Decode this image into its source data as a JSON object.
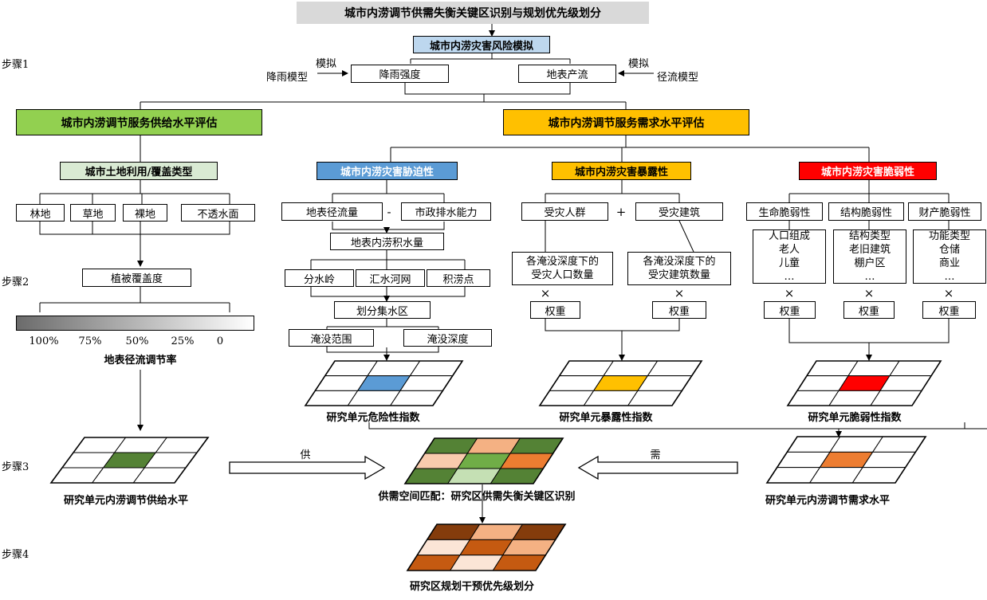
{
  "title": "城市内涝调节供需失衡关键区识别与规划优先级划分",
  "steps": [
    "步骤1",
    "步骤2",
    "步骤3",
    "步骤4"
  ],
  "simulation": {
    "box": "城市内涝灾害风险模拟",
    "rain_intensity": "降雨强度",
    "surface_runoff": "地表产流",
    "simulate_left": "模拟",
    "simulate_right": "模拟",
    "rain_model": "降雨模型",
    "runoff_model": "径流模型"
  },
  "supply": {
    "header": "城市内涝调节服务供给水平评估",
    "landuse": "城市土地利用/覆盖类型",
    "types": [
      "林地",
      "草地",
      "裸地",
      "不透水面"
    ],
    "coverage": "植被覆盖度",
    "ticks": [
      "100%",
      "75%",
      "50%",
      "25%",
      "0"
    ],
    "rate_label": "地表径流调节率",
    "grid_label": "研究单元内涝调节供给水平"
  },
  "demand": {
    "header": "城市内涝调节服务需求水平评估",
    "hazard": {
      "header": "城市内涝灾害胁迫性",
      "runoff": "地表径流量",
      "minus": "-",
      "drainage": "市政排水能力",
      "accumulation": "地表内涝积水量",
      "features": [
        "分水岭",
        "汇水河网",
        "积涝点"
      ],
      "catchment": "划分集水区",
      "extent": "淹没范围",
      "depth": "淹没深度",
      "grid_label": "研究单元危险性指数"
    },
    "exposure": {
      "header": "城市内涝灾害暴露性",
      "people": "受灾人群",
      "plus": "+",
      "buildings": "受灾建筑",
      "people_count": [
        "各淹没深度下的",
        "受灾人口数量"
      ],
      "building_count": [
        "各淹没深度下的",
        "受灾建筑数量"
      ],
      "weight": "权重",
      "times": "×",
      "grid_label": "研究单元暴露性指数"
    },
    "vulnerability": {
      "header": "城市内涝灾害脆弱性",
      "categories": [
        "生命脆弱性",
        "结构脆弱性",
        "财产脆弱性"
      ],
      "life_items": [
        "人口组成",
        "老人",
        "儿童",
        "…"
      ],
      "structure_items": [
        "结构类型",
        "老旧建筑",
        "棚户区",
        "…"
      ],
      "property_items": [
        "功能类型",
        "仓储",
        "商业",
        "…"
      ],
      "weight": "权重",
      "times": "×",
      "grid_label": "研究单元脆弱性指数"
    },
    "grid_label": "研究单元内涝调节需求水平"
  },
  "matching": {
    "supply_arrow": "供",
    "demand_arrow": "需",
    "label": "供需空间匹配：研究区供需失衡关键区识别",
    "priority_label": "研究区规划干预优先级划分"
  },
  "colors": {
    "title_bg": "#d9d9d9",
    "sim_bg": "#bdd7ee",
    "supply_green": "#92d050",
    "demand_orange": "#ffc000",
    "land_bg": "#d9ead3",
    "hazard_blue": "#5b9bd5",
    "exposure_yellow": "#ffc000",
    "vulnerability_red": "#ff0000",
    "supply_cell": "#548235",
    "demand_cell": "#ed7d31"
  },
  "grids": {
    "supply": [
      "#ffffff",
      "#ffffff",
      "#ffffff",
      "#ffffff",
      "#548235",
      "#ffffff",
      "#ffffff",
      "#ffffff",
      "#ffffff"
    ],
    "hazard": [
      "#ffffff",
      "#ffffff",
      "#ffffff",
      "#ffffff",
      "#5b9bd5",
      "#ffffff",
      "#ffffff",
      "#ffffff",
      "#ffffff"
    ],
    "exposure": [
      "#ffffff",
      "#ffffff",
      "#ffffff",
      "#ffffff",
      "#ffc000",
      "#ffffff",
      "#ffffff",
      "#ffffff",
      "#ffffff"
    ],
    "vulnerability": [
      "#ffffff",
      "#ffffff",
      "#ffffff",
      "#ffffff",
      "#ff0000",
      "#ffffff",
      "#ffffff",
      "#ffffff",
      "#ffffff"
    ],
    "demand": [
      "#ffffff",
      "#ffffff",
      "#ffffff",
      "#ffffff",
      "#ed7d31",
      "#ffffff",
      "#ffffff",
      "#ffffff",
      "#ffffff"
    ],
    "matching": [
      "#548235",
      "#f4b183",
      "#548235",
      "#f8cbad",
      "#70ad47",
      "#ed7d31",
      "#548235",
      "#c5e0b4",
      "#548235"
    ],
    "priority": [
      "#843c0c",
      "#f4b183",
      "#843c0c",
      "#fbe5d6",
      "#c55a11",
      "#f4b183",
      "#c55a11",
      "#fbe5d6",
      "#c55a11"
    ]
  }
}
